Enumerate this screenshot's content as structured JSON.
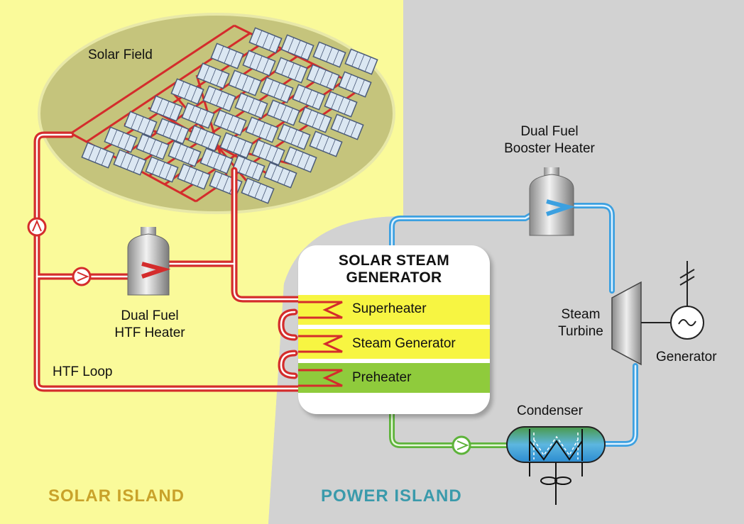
{
  "labels": {
    "solar_field": "Solar Field",
    "booster_heater": [
      "Dual Fuel",
      "Booster Heater"
    ],
    "htf_heater": [
      "Dual Fuel",
      "HTF Heater"
    ],
    "htf_loop": "HTF Loop",
    "steam_turbine": [
      "Steam",
      "Turbine"
    ],
    "generator": "Generator",
    "condenser": "Condenser"
  },
  "ssg": {
    "title": [
      "SOLAR STEAM",
      "GENERATOR"
    ],
    "stages": [
      "Superheater",
      "Steam Generator",
      "Preheater"
    ]
  },
  "islands": {
    "solar": "SOLAR ISLAND",
    "power": "POWER ISLAND"
  },
  "colors": {
    "solar_bg": "#fafa9a",
    "power_bg": "#d2d2d2",
    "field_oval": "#c5c47c",
    "htf_pipe": "#d42c2c",
    "steam_pipe": "#3ca0e0",
    "water_pipe": "#5db33a",
    "stage_yellow": "#f7f542",
    "stage_green": "#8fcb3c",
    "solar_island_text": "#c9a22a",
    "power_island_text": "#3a9aab"
  }
}
